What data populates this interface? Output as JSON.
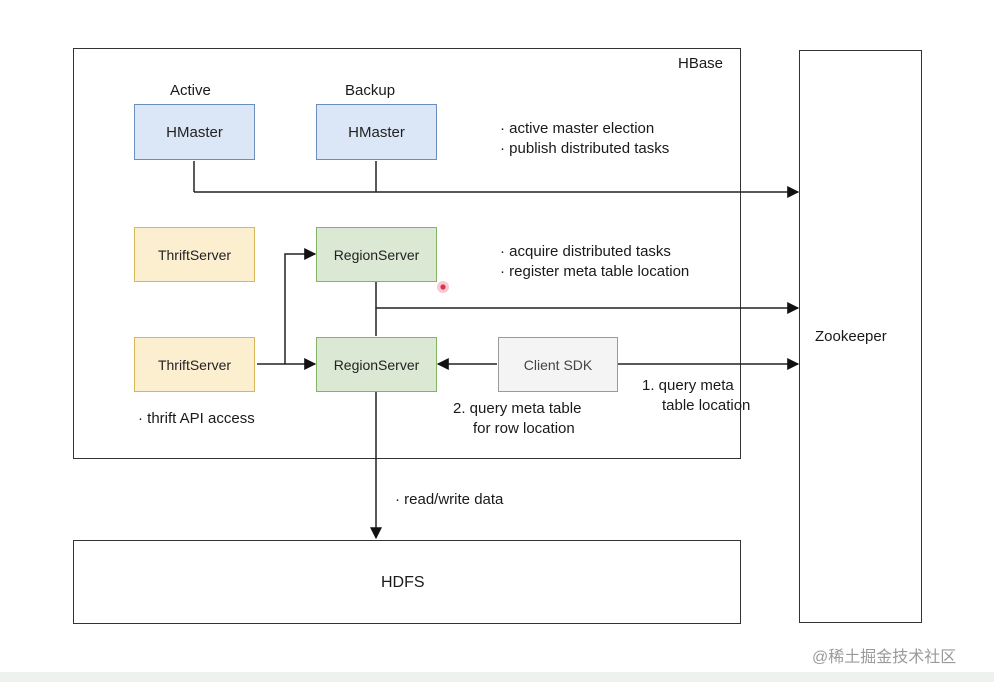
{
  "hbase": {
    "title": "HBase",
    "hmaster_active": {
      "caption": "Active",
      "label": "HMaster"
    },
    "hmaster_backup": {
      "caption": "Backup",
      "label": "HMaster"
    },
    "master_notes": [
      "· active master election",
      "· publish distributed tasks"
    ],
    "thrift_server_1": "ThriftServer",
    "thrift_server_2": "ThriftServer",
    "region_server_1": "RegionServer",
    "region_server_2": "RegionServer",
    "region_notes": [
      "· acquire distributed tasks",
      "· register meta table location"
    ],
    "thrift_note": "· thrift API access",
    "client_sdk": "Client SDK",
    "step1": [
      "1. query meta",
      "table location"
    ],
    "step2": [
      "2. query meta table",
      "for row location"
    ]
  },
  "zookeeper": {
    "label": "Zookeeper"
  },
  "hdfs": {
    "label": "HDFS",
    "note": "· read/write data"
  },
  "watermark": "@稀土掘金技术社区",
  "colors": {
    "hmaster_fill": "#dbe7f7",
    "hmaster_border": "#6c8ebf",
    "thrift_fill": "#fcefcf",
    "thrift_border": "#d6b656",
    "region_fill": "#dae8d4",
    "region_border": "#82b366",
    "client_fill": "#f4f4f4",
    "client_border": "#9a9a9a",
    "cursor_dot": "#e0304a"
  }
}
